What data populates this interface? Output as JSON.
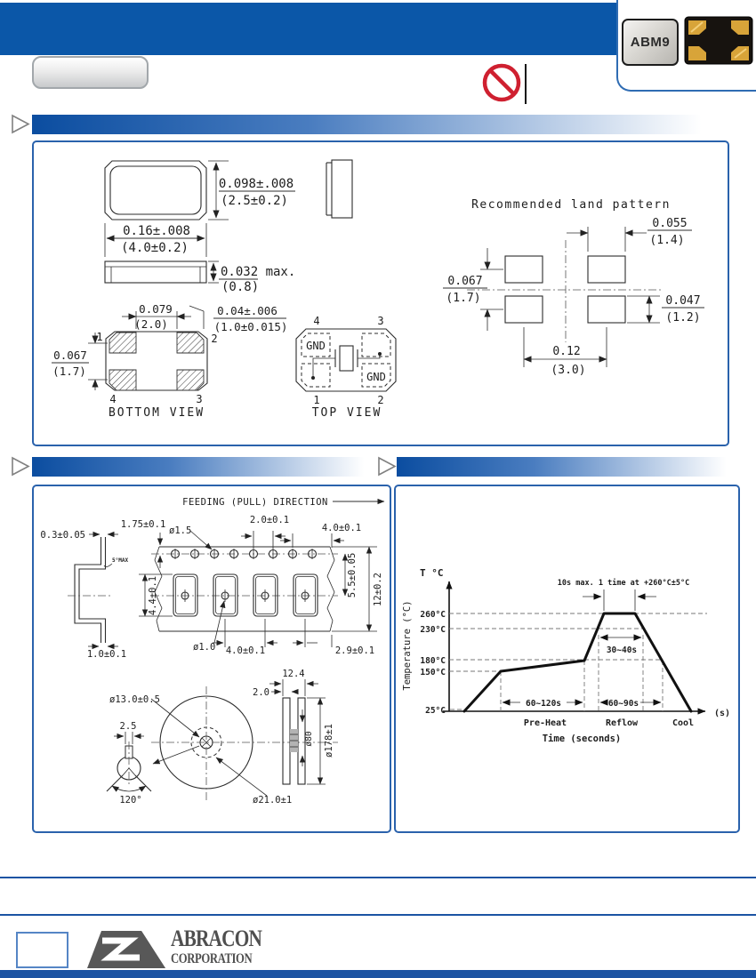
{
  "header": {
    "chip_label": "ABM9"
  },
  "p1": {
    "dim_h_in": "0.098±.008",
    "dim_h_mm": "(2.5±0.2)",
    "dim_w_in": "0.16±.008",
    "dim_w_mm": "(4.0±0.2)",
    "dim_t_in": "0.032 max.",
    "dim_t_mm": "(0.8)",
    "d1_in": "0.079",
    "d1_mm": "(2.0)",
    "d2_in": "0.04±.006",
    "d2_mm": "(1.0±0.015)",
    "d3_in": "0.067",
    "d3_mm": "(1.7)",
    "bv_label": "BOTTOM VIEW",
    "tv_label": "TOP VIEW",
    "gnd": "GND",
    "bvp1": "1",
    "bvp2": "2",
    "bvp3": "3",
    "bvp4": "4",
    "tvp1": "1",
    "tvp2": "2",
    "tvp3": "3",
    "tvp4": "4",
    "land_title": "Recommended land pattern",
    "lp_w_in": "0.055",
    "lp_w_mm": "(1.4)",
    "lp_v_in": "0.067",
    "lp_v_mm": "(1.7)",
    "lp_h_in": "0.047",
    "lp_h_mm": "(1.2)",
    "lp_p_in": "0.12",
    "lp_p_mm": "(3.0)"
  },
  "p2": {
    "title": "FEEDING (PULL) DIRECTION",
    "d_03": "0.3±0.05",
    "d_175": "1.75±0.1",
    "d_dia15": "ø1.5",
    "d_20": "2.0±0.1",
    "d_40t": "4.0±0.1",
    "ang": "5°MAX",
    "d_44": "4.4±0.1",
    "d_55": "5.5±0.05",
    "d_12": "12±0.2",
    "d_10": "1.0±0.1",
    "d_dia10": "ø1.0",
    "d_40b": "4.0±0.1",
    "d_29": "2.9±0.1",
    "reel_dia13": "ø13.0±0.5",
    "key_25": "2.5",
    "key_ang": "120°",
    "reel_dia21": "ø21.0±1",
    "rw_124": "12.4",
    "rw_20": "2.0",
    "rb_dia80": "ø80",
    "rd_178": "ø178±1"
  },
  "p3": {
    "t_axis": "T °C",
    "y_label": "Temperature (°C)",
    "t260": "260°C",
    "t230": "230°C",
    "t180": "180°C",
    "t150": "150°C",
    "t25": "25°C",
    "note": "10s max. 1 time at +260°C±5°C",
    "dur_peak": "30~40s",
    "dur_pre": "60~120s",
    "dur_ref": "60~90s",
    "ph_pre": "Pre-Heat",
    "ph_ref": "Reflow",
    "ph_cool": "Cool",
    "x_label": "Time (seconds)",
    "x_unit": "(s)"
  },
  "chart_data": {
    "type": "line",
    "title": "Reflow profile",
    "xlabel": "Time (seconds)",
    "ylabel": "Temperature (°C)",
    "y_ticks_c": [
      25,
      150,
      180,
      230,
      260
    ],
    "phases": [
      "Pre-Heat",
      "Reflow",
      "Cool"
    ],
    "series": [
      {
        "name": "reflow-profile",
        "points": [
          {
            "stage": "start",
            "temp_c": 25
          },
          {
            "stage": "preheat-begin",
            "temp_c": 150
          },
          {
            "stage": "preheat-end",
            "temp_c": 180
          },
          {
            "stage": "peak-begin",
            "temp_c": 260
          },
          {
            "stage": "peak-end",
            "temp_c": 260
          },
          {
            "stage": "cool-end",
            "temp_c": 25
          }
        ]
      }
    ],
    "annotations": [
      "10s max. 1 time at +260°C±5°C",
      "30~40s above 230°C",
      "Pre-Heat duration 60~120s",
      "Reflow duration 60~90s"
    ],
    "grid": "dashed reference lines at 150/180/230/260°C",
    "legend": "none"
  },
  "footer": {
    "brand_line1": "ABRACON",
    "brand_line2": "CORPORATION"
  }
}
